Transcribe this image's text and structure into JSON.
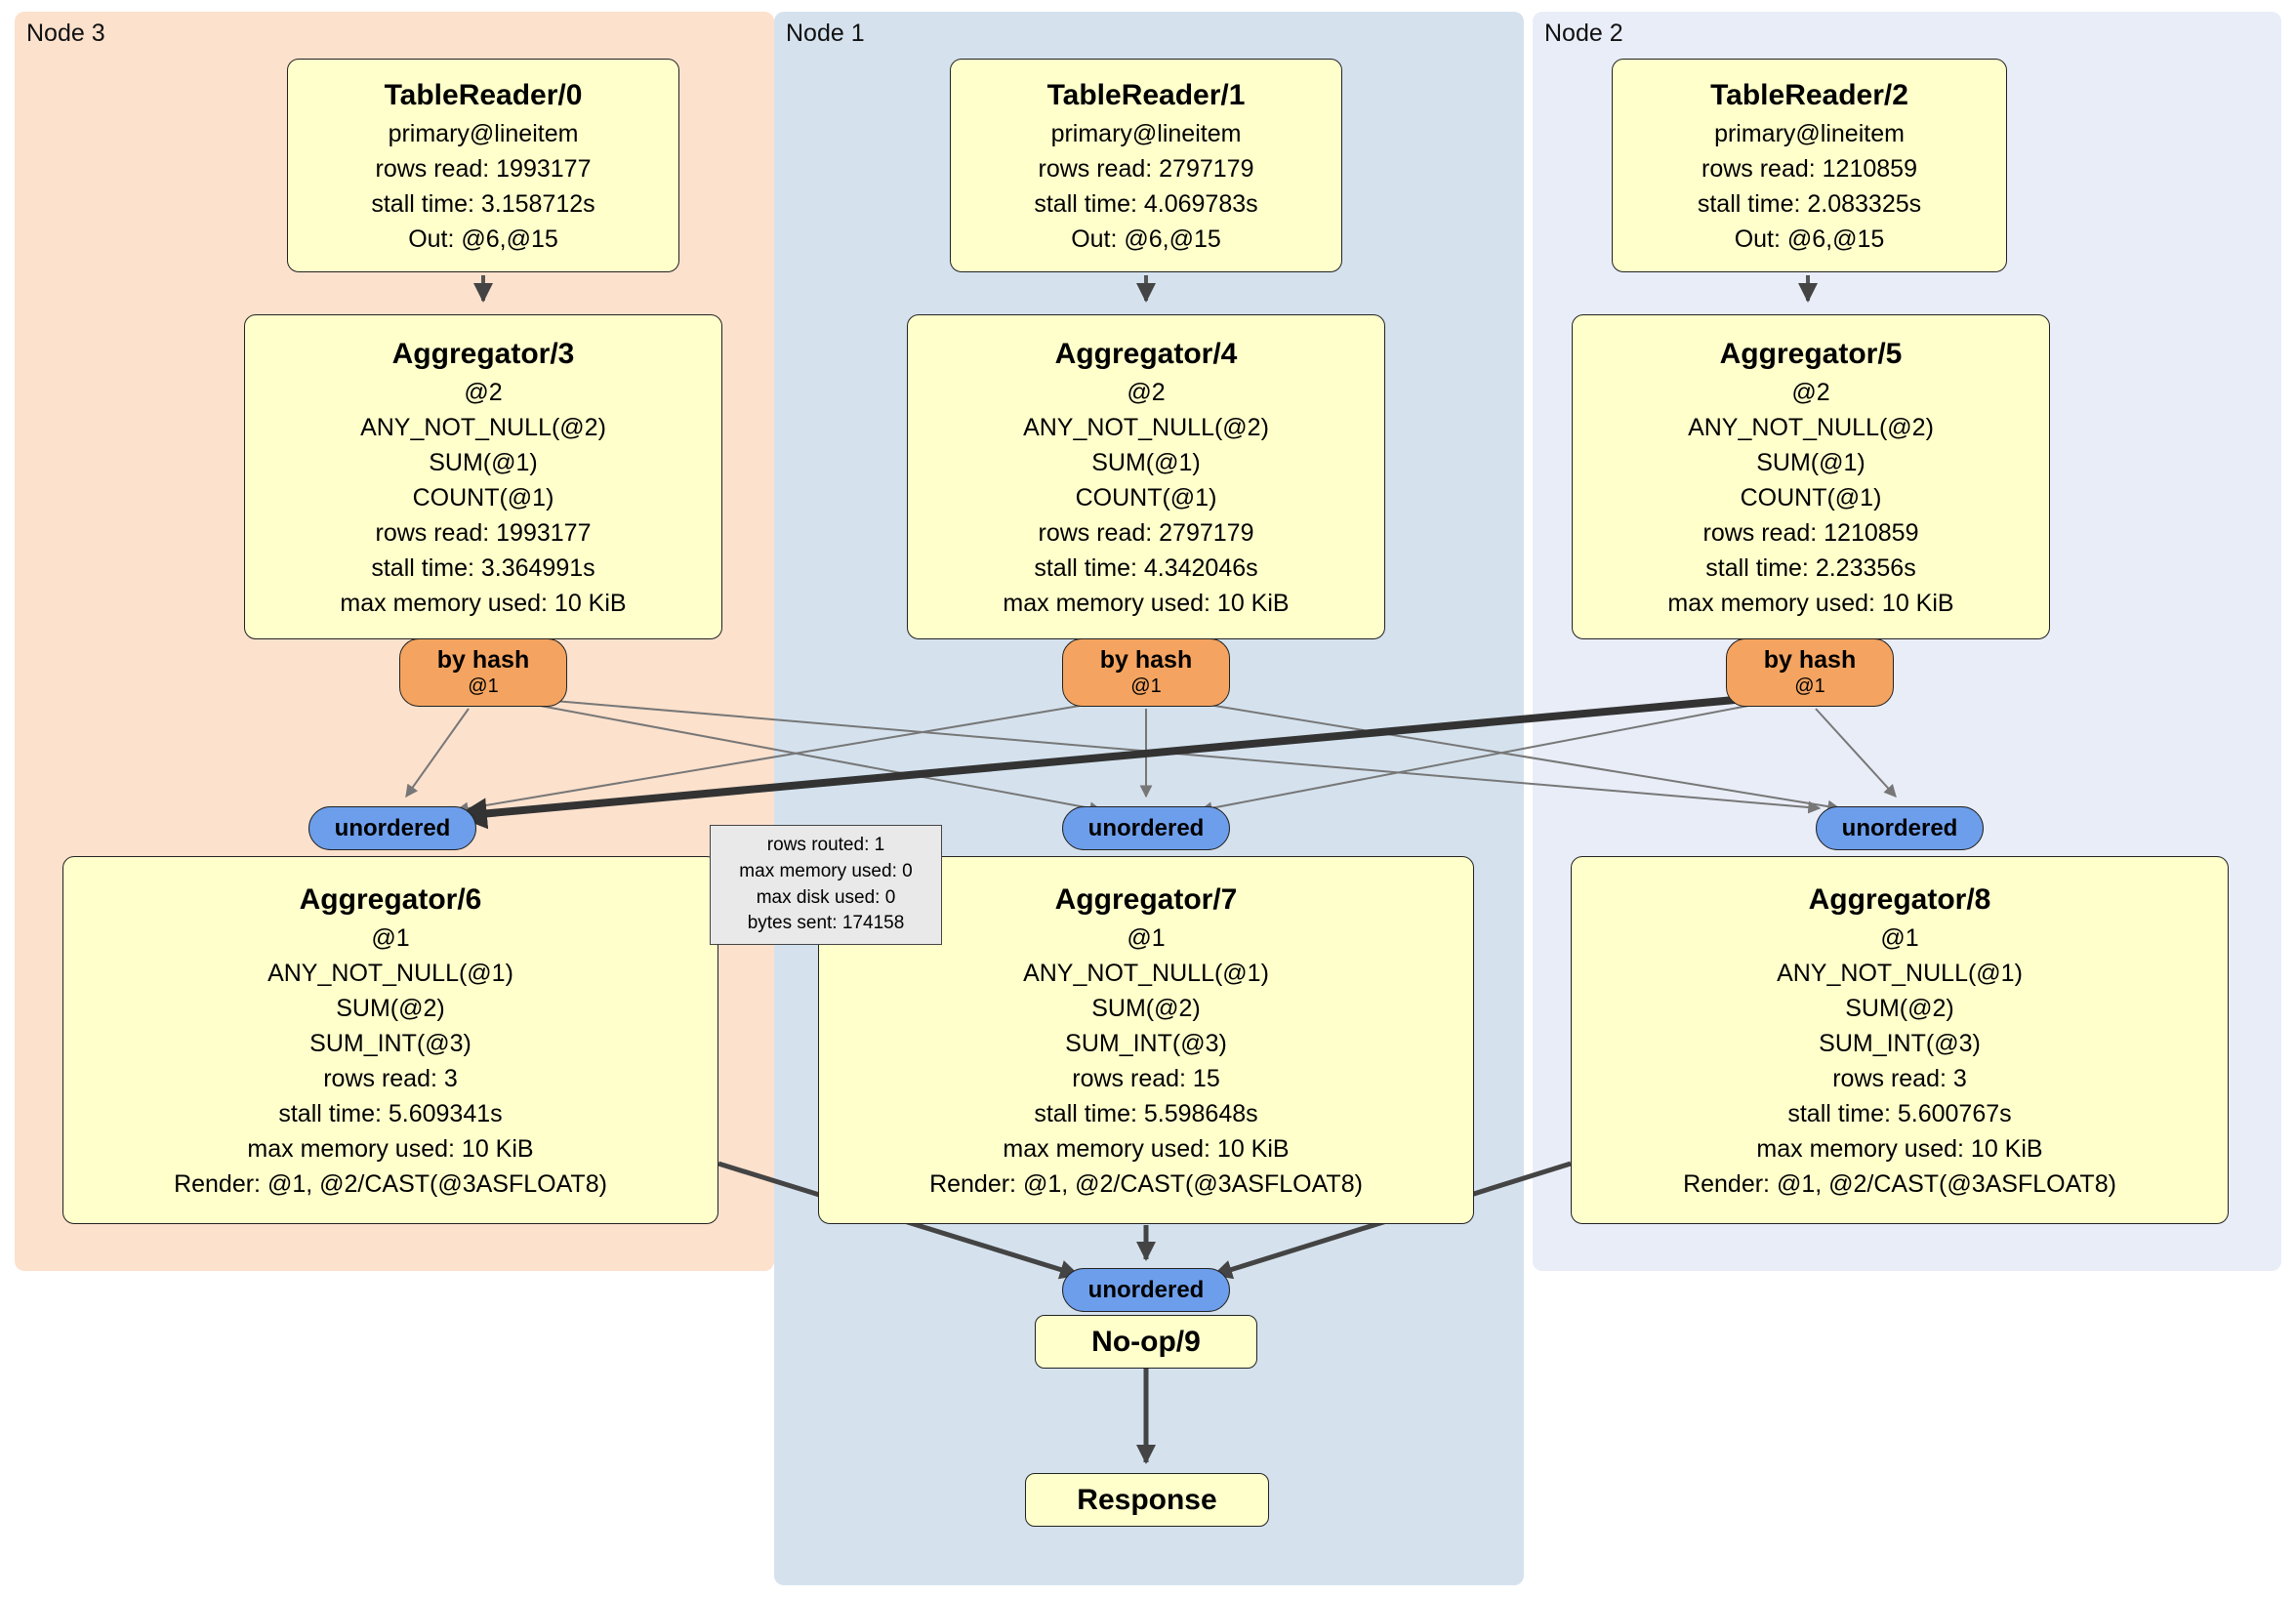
{
  "nodes": [
    {
      "label": "Node 3"
    },
    {
      "label": "Node 1"
    },
    {
      "label": "Node 2"
    }
  ],
  "table_readers": [
    {
      "title": "TableReader/0",
      "lines": [
        "primary@lineitem",
        "rows read: 1993177",
        "stall time: 3.158712s",
        "Out: @6,@15"
      ]
    },
    {
      "title": "TableReader/1",
      "lines": [
        "primary@lineitem",
        "rows read: 2797179",
        "stall time: 4.069783s",
        "Out: @6,@15"
      ]
    },
    {
      "title": "TableReader/2",
      "lines": [
        "primary@lineitem",
        "rows read: 1210859",
        "stall time: 2.083325s",
        "Out: @6,@15"
      ]
    }
  ],
  "hash_aggregators": [
    {
      "title": "Aggregator/3",
      "lines": [
        "@2",
        "ANY_NOT_NULL(@2)",
        "SUM(@1)",
        "COUNT(@1)",
        "rows read: 1993177",
        "stall time: 3.364991s",
        "max memory used: 10 KiB"
      ]
    },
    {
      "title": "Aggregator/4",
      "lines": [
        "@2",
        "ANY_NOT_NULL(@2)",
        "SUM(@1)",
        "COUNT(@1)",
        "rows read: 2797179",
        "stall time: 4.342046s",
        "max memory used: 10 KiB"
      ]
    },
    {
      "title": "Aggregator/5",
      "lines": [
        "@2",
        "ANY_NOT_NULL(@2)",
        "SUM(@1)",
        "COUNT(@1)",
        "rows read: 1210859",
        "stall time: 2.23356s",
        "max memory used: 10 KiB"
      ]
    }
  ],
  "router": {
    "label": "by hash",
    "sub": "@1"
  },
  "merge": {
    "label": "unordered"
  },
  "final_aggregators": [
    {
      "title": "Aggregator/6",
      "lines": [
        "@1",
        "ANY_NOT_NULL(@1)",
        "SUM(@2)",
        "SUM_INT(@3)",
        "rows read: 3",
        "stall time: 5.609341s",
        "max memory used: 10 KiB",
        "Render: @1, @2/CAST(@3ASFLOAT8)"
      ]
    },
    {
      "title": "Aggregator/7",
      "lines": [
        "@1",
        "ANY_NOT_NULL(@1)",
        "SUM(@2)",
        "SUM_INT(@3)",
        "rows read: 15",
        "stall time: 5.598648s",
        "max memory used: 10 KiB",
        "Render: @1, @2/CAST(@3ASFLOAT8)"
      ]
    },
    {
      "title": "Aggregator/8",
      "lines": [
        "@1",
        "ANY_NOT_NULL(@1)",
        "SUM(@2)",
        "SUM_INT(@3)",
        "rows read: 3",
        "stall time: 5.600767s",
        "max memory used: 10 KiB",
        "Render: @1, @2/CAST(@3ASFLOAT8)"
      ]
    }
  ],
  "tooltip": {
    "lines": [
      "rows routed: 1",
      "max memory used: 0",
      "max disk used: 0",
      "bytes sent: 174158"
    ]
  },
  "noop": {
    "title": "No-op/9"
  },
  "response": {
    "title": "Response"
  },
  "colors": {
    "node3_bg": "#fce1cd",
    "node1_bg": "#d5e2ee",
    "node2_bg": "#e9edf8",
    "box_bg": "#ffffcc",
    "router_bg": "#f4a460",
    "merge_bg": "#6d9eeb"
  }
}
